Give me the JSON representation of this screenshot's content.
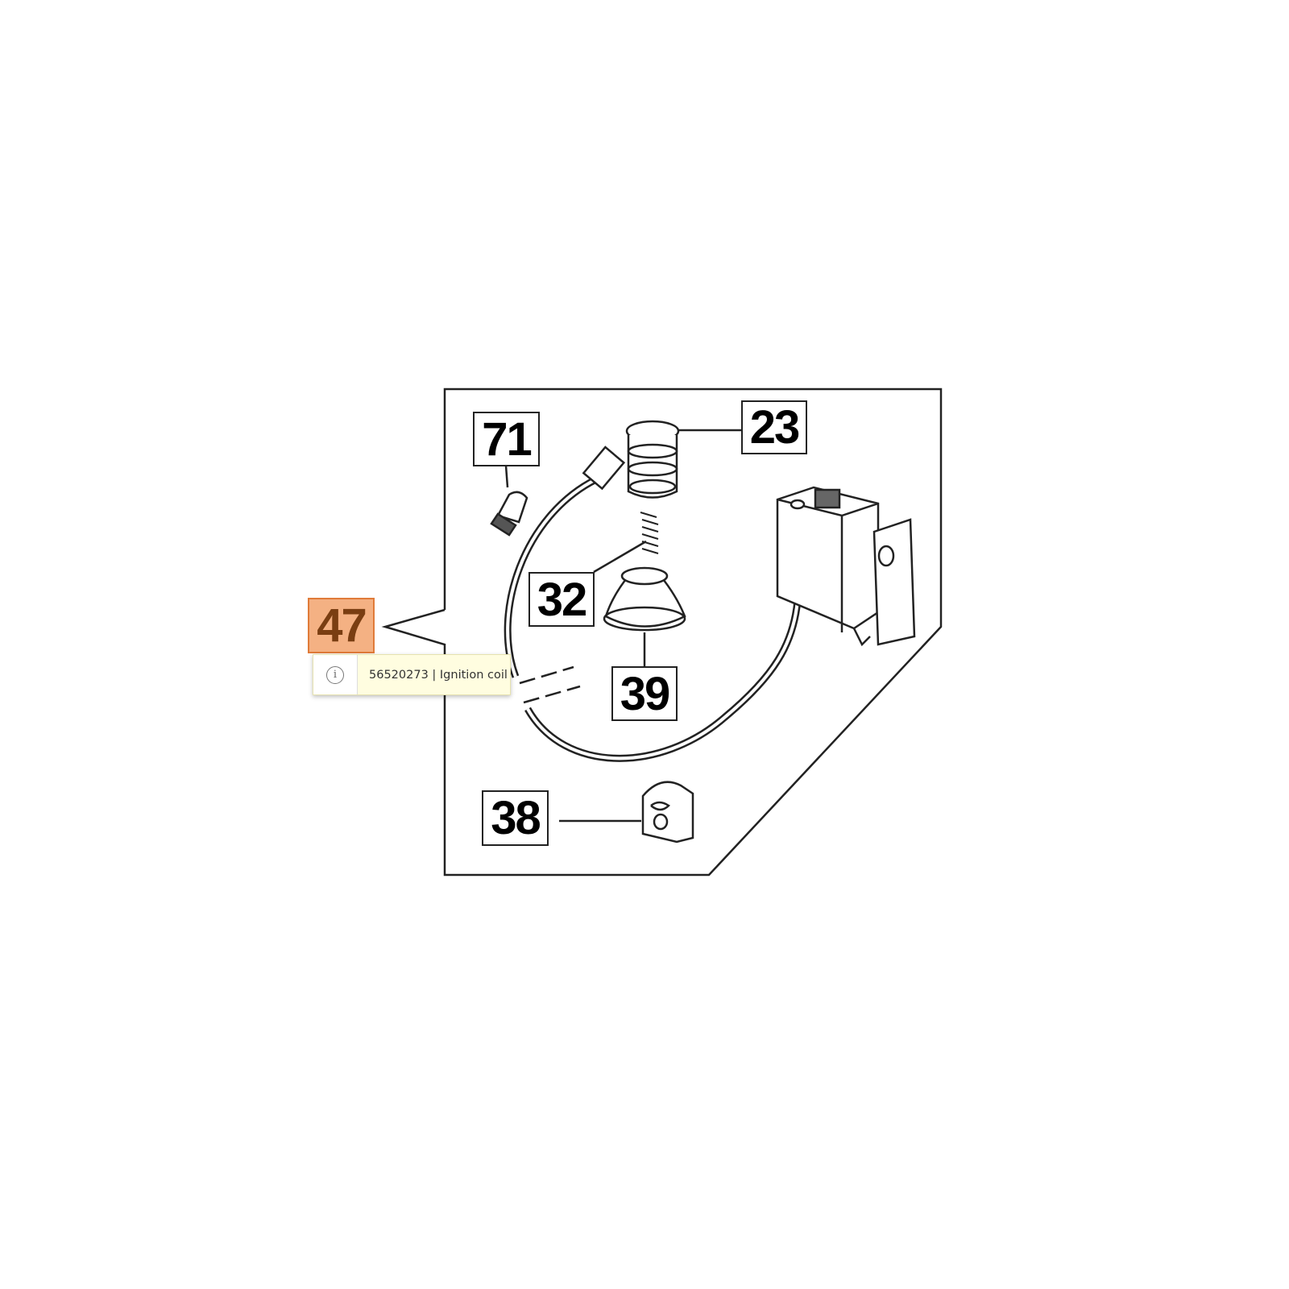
{
  "diagram": {
    "callouts": {
      "c71": "71",
      "c23": "23",
      "c32": "32",
      "c39": "39",
      "c38": "38",
      "c47": "47"
    },
    "highlight_color": "#f4b183"
  },
  "tooltip": {
    "icon": "info-icon",
    "icon_glyph": "i",
    "text": "56520273 | Ignition coil"
  }
}
